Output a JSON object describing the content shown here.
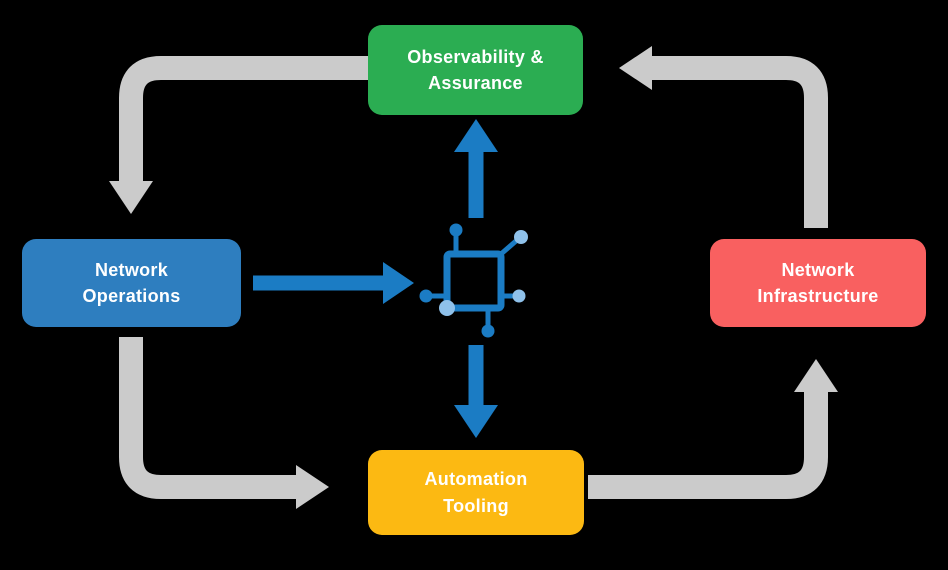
{
  "diagram": {
    "background": "#000000",
    "nodes": {
      "observability": {
        "lines": [
          "Observability &",
          "Assurance"
        ],
        "color": "#2BAD52"
      },
      "operations": {
        "lines": [
          "Network",
          "Operations"
        ],
        "color": "#2E7EBF"
      },
      "infrastructure": {
        "lines": [
          "Network",
          "Infrastructure"
        ],
        "color": "#F96060"
      },
      "automation": {
        "lines": [
          "Automation",
          "Tooling"
        ],
        "color": "#FCB912"
      }
    },
    "hub_icon": {
      "name": "network-hub-icon",
      "dark": "#1B7CC4",
      "light": "#8FC1EA"
    },
    "colors": {
      "arrow_gray": "#CBCBCB",
      "arrow_blue": "#1B7CC4",
      "label_text": "#FFFFFF"
    }
  }
}
